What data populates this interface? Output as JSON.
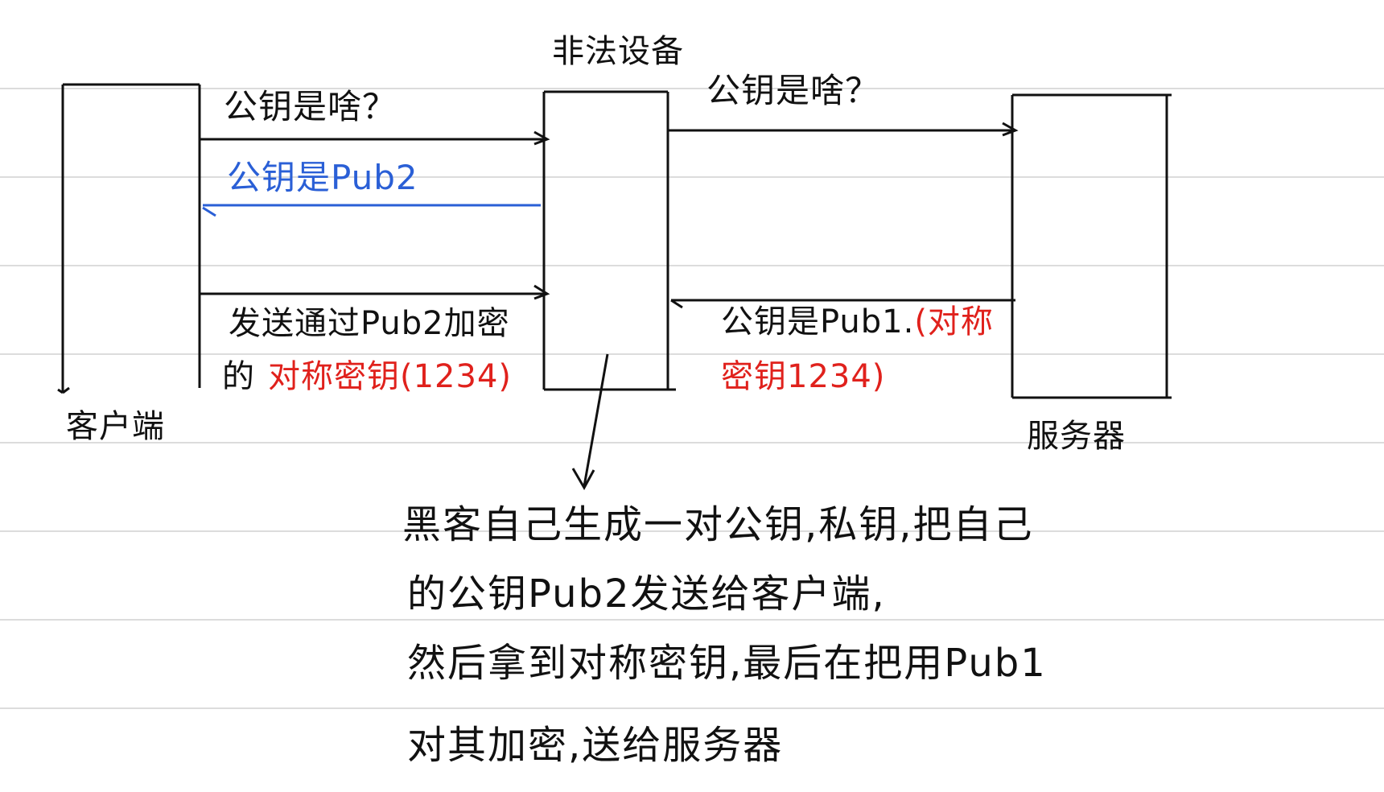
{
  "nodes": {
    "client": "客户端",
    "attacker": "非法设备",
    "server": "服务器"
  },
  "messages": {
    "ask_left": "公钥是啥？",
    "ask_right": "公钥是啥？",
    "reply_pub2": "公钥是Pub2",
    "send_line1": "发送通过Pub2加密",
    "send_line2_prefix": "的",
    "send_line2_red": "对称密钥(1234)",
    "server_reply_black": "公钥是Pub1.",
    "server_reply_red1": "(对称",
    "server_reply_red2": "密钥1234)"
  },
  "note": {
    "line1": "黑客自己生成一对公钥,私钥,把自己",
    "line2": "的公钥Pub2发送给客户端,",
    "line3": "然后拿到对称密钥,最后在把用Pub1",
    "line4": "对其加密,送给服务器"
  },
  "colors": {
    "ink": "#111111",
    "red": "#e0211c",
    "blue": "#2a5fd6",
    "rule": "#dcdcdc"
  }
}
